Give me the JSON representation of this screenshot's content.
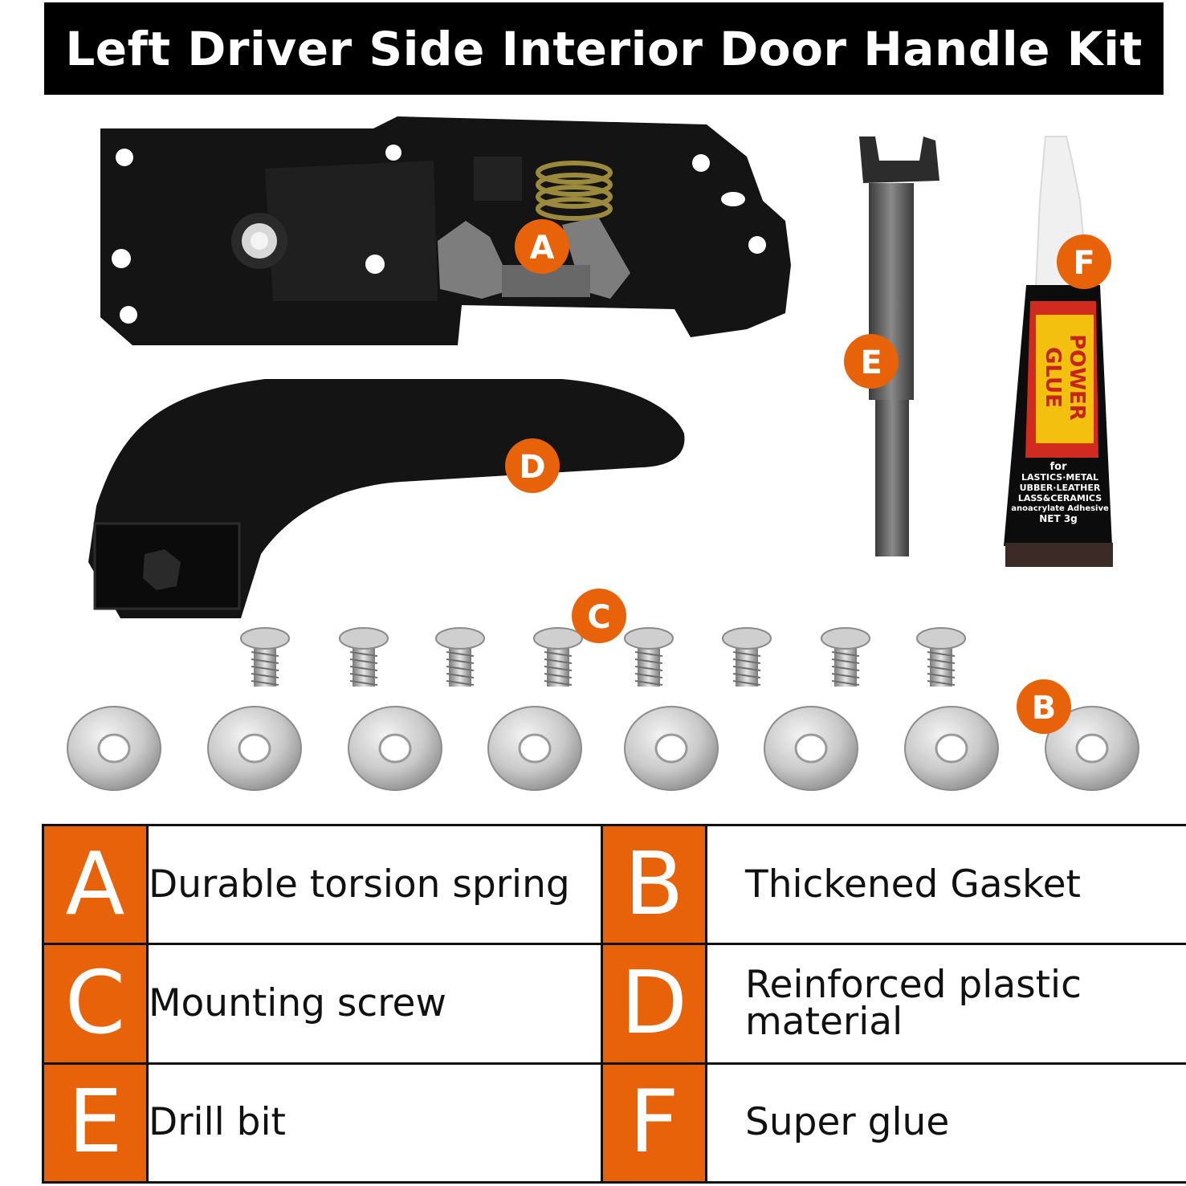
{
  "title": "Left Driver Side Interior Door Handle Kit",
  "accent_color": "#e8620a",
  "product_labels": {
    "a": "A",
    "b": "B",
    "c": "C",
    "d": "D",
    "e": "E",
    "f": "F"
  },
  "glue_tube": {
    "brand_line1": "POWER",
    "brand_line2": "GLUE",
    "for_label": "for",
    "line1": "LASTICS·METAL",
    "line2": "UBBER·LEATHER",
    "line3": "LASS&CERAMICS",
    "line4": "anoacrylate Adhesive",
    "net": "NET 3g"
  },
  "parts": [
    {
      "letter": "A",
      "description": "Durable torsion spring"
    },
    {
      "letter": "B",
      "description": "Thickened Gasket"
    },
    {
      "letter": "C",
      "description": "Mounting screw"
    },
    {
      "letter": "D",
      "description": "Reinforced plastic material"
    },
    {
      "letter": "E",
      "description": "Drill bit"
    },
    {
      "letter": "F",
      "description": "Super glue"
    }
  ],
  "icons": [
    "door-handle-bracket",
    "door-handle-lever",
    "drill-bit",
    "glue-tube",
    "screw",
    "washer"
  ]
}
